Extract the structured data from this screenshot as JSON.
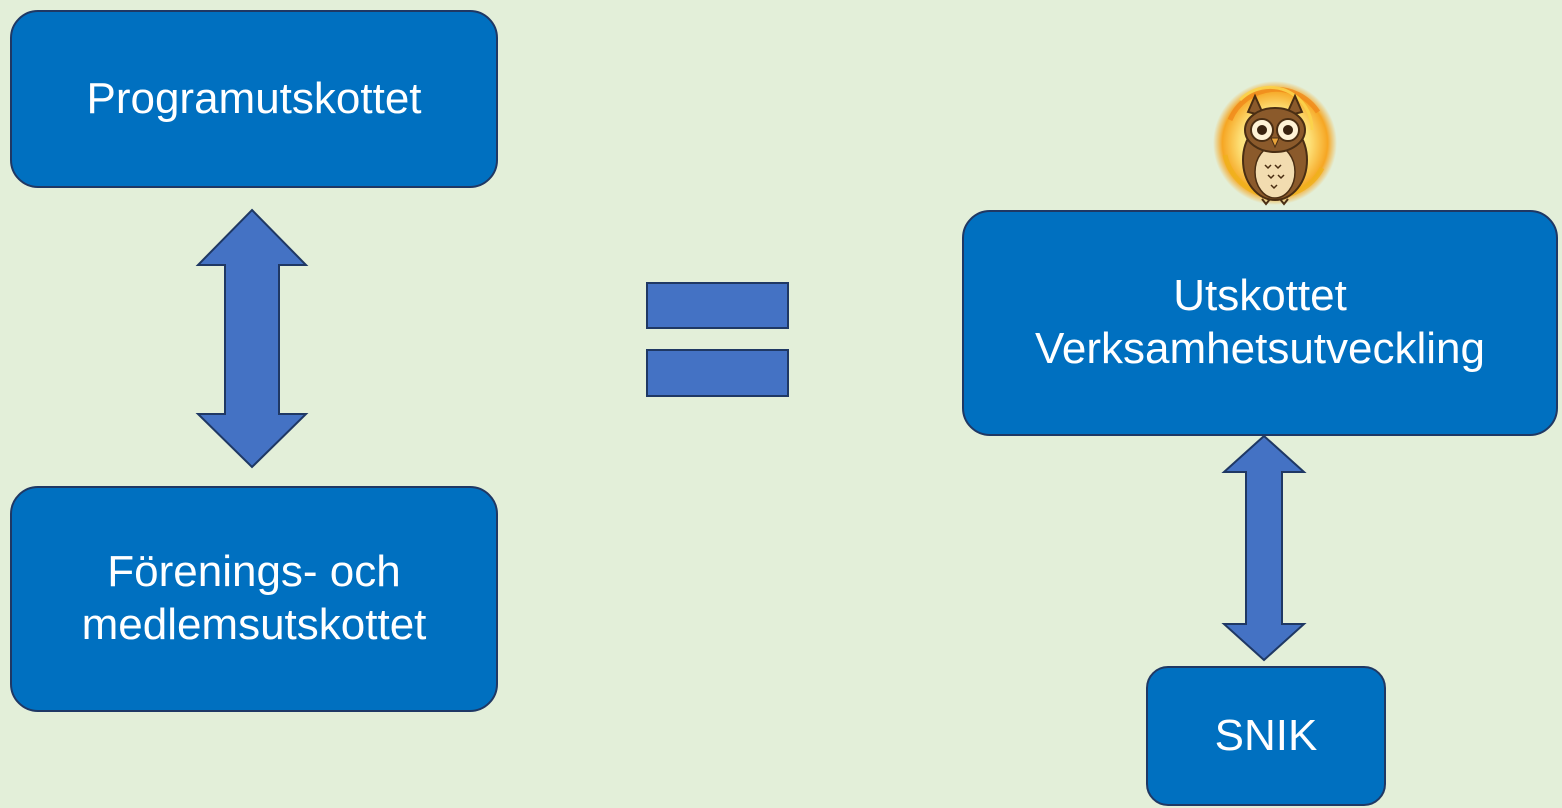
{
  "diagram": {
    "left_top_box": "Programutskottet",
    "left_bottom_box": [
      "Förenings- och",
      "medlemsutskottet"
    ],
    "right_main_box": [
      "Utskottet",
      "Verksamhetsutveckling"
    ],
    "right_bottom_box": "SNIK",
    "logo_icon": "owl-icon"
  },
  "colors": {
    "background": "#e3efd9",
    "box_fill": "#0070c0",
    "box_border": "#1f3864",
    "arrow_fill": "#4472c4"
  }
}
